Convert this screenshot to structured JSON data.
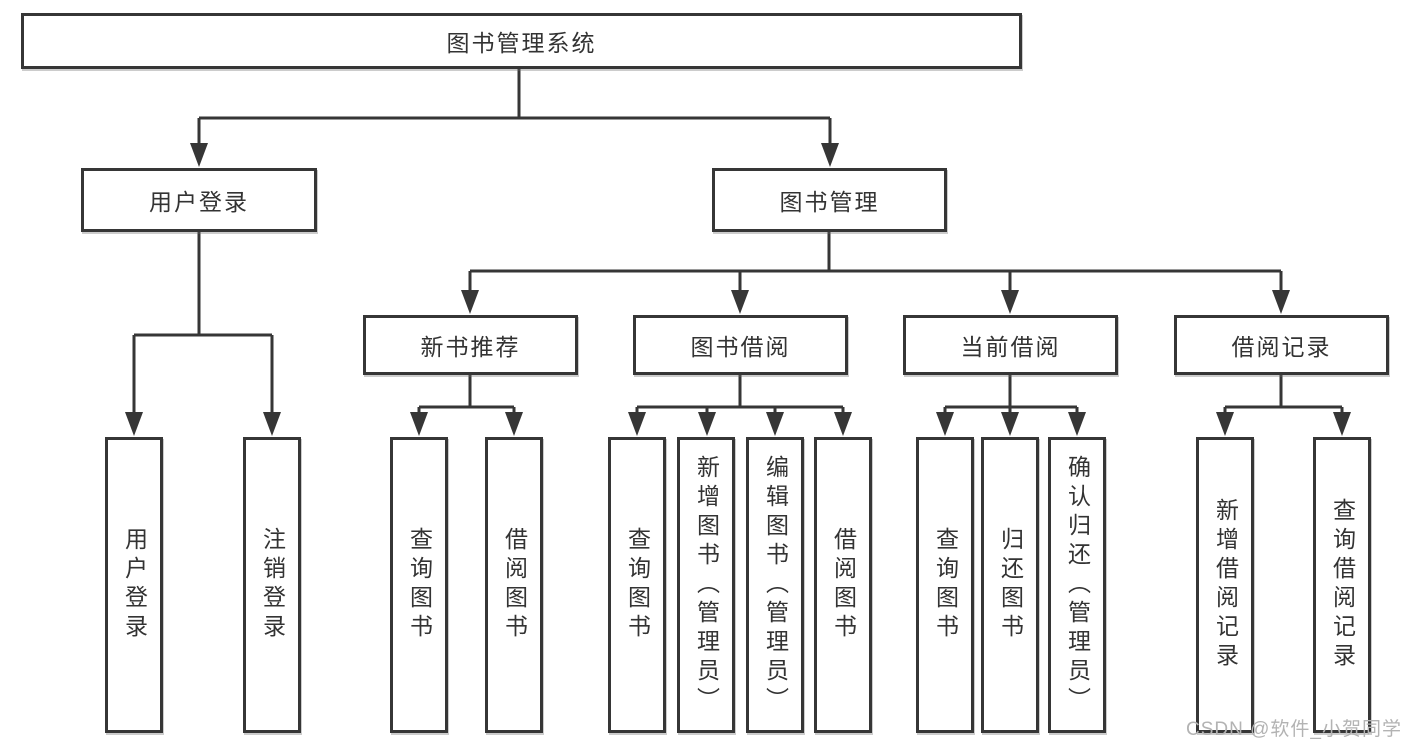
{
  "diagram_type": "functional-structure-tree",
  "watermark": {
    "text": "CSDN @软件_小贺同学"
  },
  "colors": {
    "line": "#363636",
    "box_border": "#363636",
    "box_fill": "#ffffff",
    "text": "#333333",
    "watermark": "#b3b3b3",
    "background": "#ffffff"
  },
  "tree": {
    "label": "图书管理系统",
    "children": [
      {
        "label": "用户登录",
        "children": [
          {
            "label": "用户登录"
          },
          {
            "label": "注销登录"
          }
        ]
      },
      {
        "label": "图书管理",
        "children": [
          {
            "label": "新书推荐",
            "children": [
              {
                "label": "查询图书"
              },
              {
                "label": "借阅图书"
              }
            ]
          },
          {
            "label": "图书借阅",
            "children": [
              {
                "label": "查询图书"
              },
              {
                "label": "新增图书（管理员）"
              },
              {
                "label": "编辑图书（管理员）"
              },
              {
                "label": "借阅图书"
              }
            ]
          },
          {
            "label": "当前借阅",
            "children": [
              {
                "label": "查询图书"
              },
              {
                "label": "归还图书"
              },
              {
                "label": "确认归还（管理员）"
              }
            ]
          },
          {
            "label": "借阅记录",
            "children": [
              {
                "label": "新增借阅记录"
              },
              {
                "label": "查询借阅记录"
              }
            ]
          }
        ]
      }
    ]
  }
}
